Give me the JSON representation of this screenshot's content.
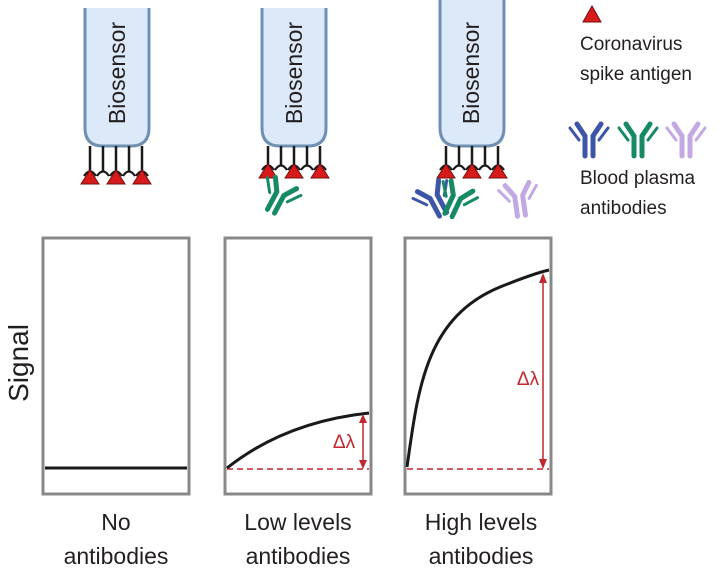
{
  "legend": {
    "antigen_label_line1": "Coronavirus",
    "antigen_label_line2": "spike antigen",
    "antibodies_label_line1": "Blood plasma",
    "antibodies_label_line2": "antibodies"
  },
  "sensor_label": "Biosensor",
  "y_axis_label": "Signal",
  "delta_label": "Δλ",
  "panels": [
    {
      "caption_line1": "No",
      "caption_line2": "antibodies",
      "signal_shift": 0
    },
    {
      "caption_line1": "Low levels",
      "caption_line2": "antibodies",
      "signal_shift": 0.25
    },
    {
      "caption_line1": "High levels",
      "caption_line2": "antibodies",
      "signal_shift": 0.85
    }
  ],
  "colors": {
    "sensor_fill": "#dbe9f8",
    "sensor_stroke": "#6f8fb3",
    "antigen": "#d71a1a",
    "antibody_blue": "#3d55a6",
    "antibody_green": "#158a64",
    "antibody_lavender": "#c3a9e4",
    "delta": "#c1272d",
    "frame": "#888888",
    "curve": "#1a1a1a"
  }
}
